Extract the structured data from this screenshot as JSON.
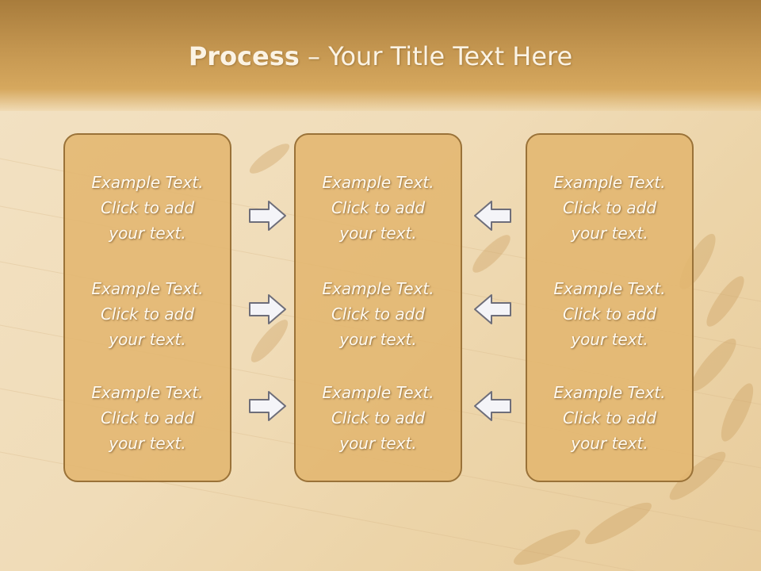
{
  "title": {
    "bold": "Process",
    "rest": " – Your Title Text Here"
  },
  "columns": [
    {
      "items": [
        {
          "line1": "Example Text.",
          "line2": "Click  to add",
          "line3": "your text."
        },
        {
          "line1": "Example Text.",
          "line2": "Click  to add",
          "line3": "your text."
        },
        {
          "line1": "Example Text.",
          "line2": "Click  to add",
          "line3": "your text."
        }
      ]
    },
    {
      "items": [
        {
          "line1": "Example Text.",
          "line2": "Click  to add",
          "line3": "your text."
        },
        {
          "line1": "Example Text.",
          "line2": "Click  to add",
          "line3": "your text."
        },
        {
          "line1": "Example Text.",
          "line2": "Click  to add",
          "line3": "your text."
        }
      ]
    },
    {
      "items": [
        {
          "line1": "Example Text.",
          "line2": "Click  to add",
          "line3": "your text."
        },
        {
          "line1": "Example Text.",
          "line2": "Click  to add",
          "line3": "your text."
        },
        {
          "line1": "Example Text.",
          "line2": "Click  to add",
          "line3": "your text."
        }
      ]
    }
  ],
  "arrows": {
    "left_group_direction": "right",
    "right_group_direction": "left",
    "icon": "arrow-icon",
    "fill": "#f4f4f8",
    "stroke": "#6e6e7a"
  },
  "colors": {
    "header": "#c49650",
    "box_fill": "#e2b670",
    "box_border": "#9a7238",
    "text": "#fffaf0"
  }
}
